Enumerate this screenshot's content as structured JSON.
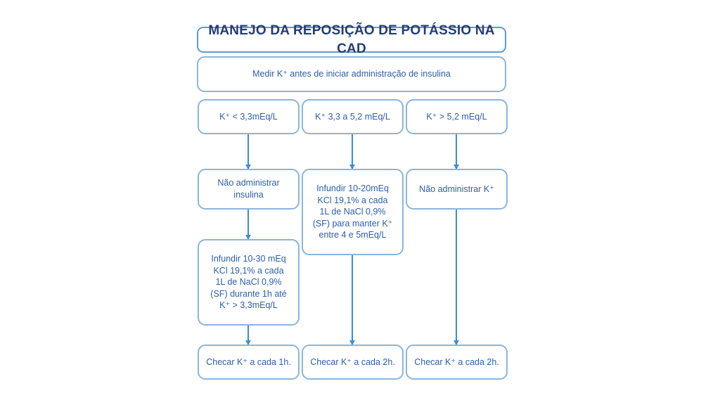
{
  "meta": {
    "background_color": "#ffffff",
    "box_border_color": "#8ab5dd",
    "title_border_color": "#5b9bd5",
    "body_text_color": "#2b5fa8",
    "title_text_color": "#1f3f7a",
    "arrow_color": "#3d8bd4"
  },
  "title": {
    "text": "MANEJO DA REPOSIÇÃO DE POTÁSSIO NA CAD"
  },
  "intro": {
    "text": "Medir K⁺ antes de iniciar administração de insulina"
  },
  "branches": [
    {
      "id": "low",
      "condition": "K⁺ < 3,3mEq/L",
      "steps": [
        "Não administrar\ninsulina",
        "Infundir 10-30 mEq\nKCl 19,1% a cada\n1L de NaCl 0,9%\n(SF) durante 1h até\nK⁺ > 3,3mEq/L"
      ],
      "followup": "Checar K⁺ a cada 1h."
    },
    {
      "id": "mid",
      "condition": "K⁺ 3,3 a 5,2 mEq/L",
      "steps": [
        "Infundir 10-20mEq\nKCl 19,1% a cada\n1L de NaCl 0,9%\n(SF) para manter K⁺\nentre 4 e 5mEq/L"
      ],
      "followup": "Checar K⁺ a cada 2h."
    },
    {
      "id": "high",
      "condition": "K⁺ > 5,2 mEq/L",
      "steps": [
        "Não administrar K⁺"
      ],
      "followup": "Checar K⁺ a cada 2h."
    }
  ]
}
